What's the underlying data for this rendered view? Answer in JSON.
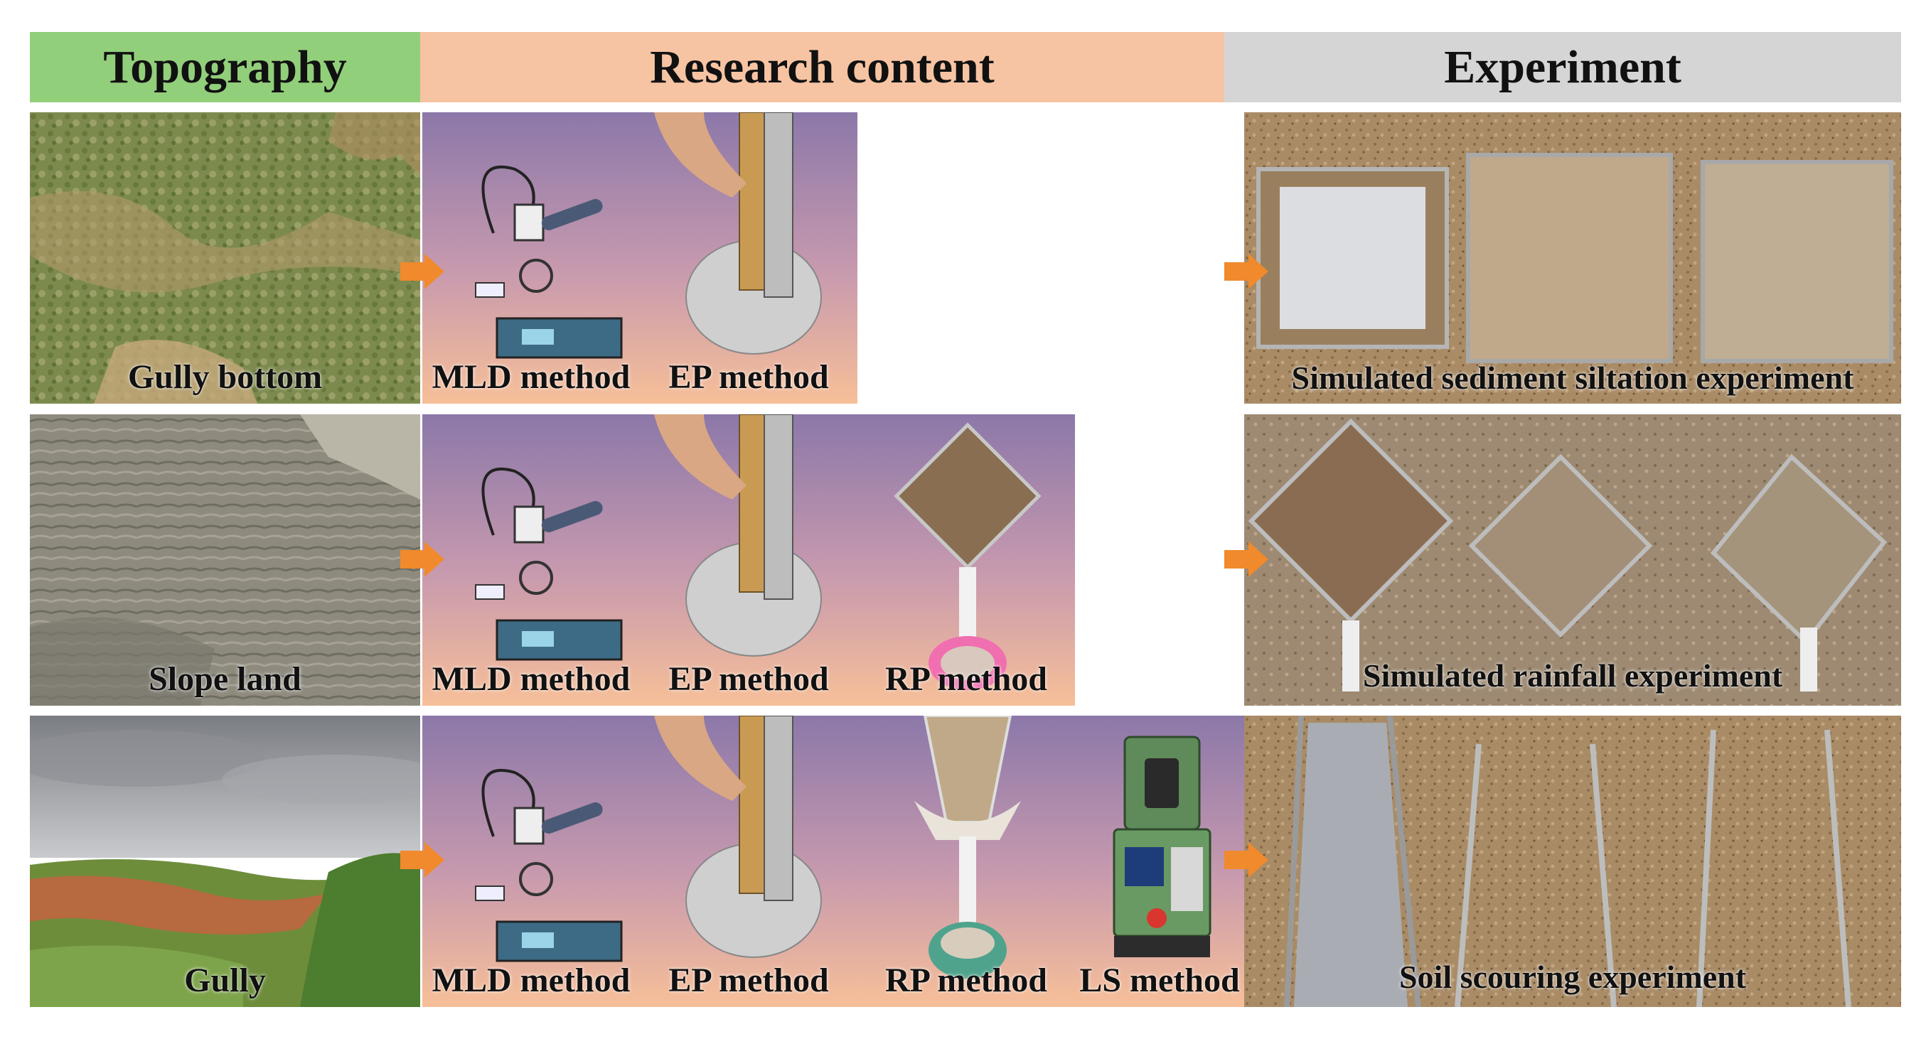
{
  "headers": {
    "topography": "Topography",
    "research": "Research content",
    "experiment": "Experiment"
  },
  "colors": {
    "topography_header": "#92cf7a",
    "research_header": "#f7c4a3",
    "experiment_header": "#d5d5d5",
    "arrow": "#f08a2c",
    "method_bg_top": "#8b76a8",
    "method_bg_bottom": "#f6bc9a"
  },
  "rows": [
    {
      "topography_label": "Gully bottom",
      "methods": [
        "MLD method",
        "EP method"
      ],
      "experiment_label": "Simulated sediment siltation experiment"
    },
    {
      "topography_label": "Slope land",
      "methods": [
        "MLD method",
        "EP method",
        "RP method"
      ],
      "experiment_label": "Simulated rainfall experiment"
    },
    {
      "topography_label": "Gully",
      "methods": [
        "MLD method",
        "EP method",
        "RP method",
        "LS method"
      ],
      "experiment_label": "Soil scouring experiment"
    }
  ]
}
